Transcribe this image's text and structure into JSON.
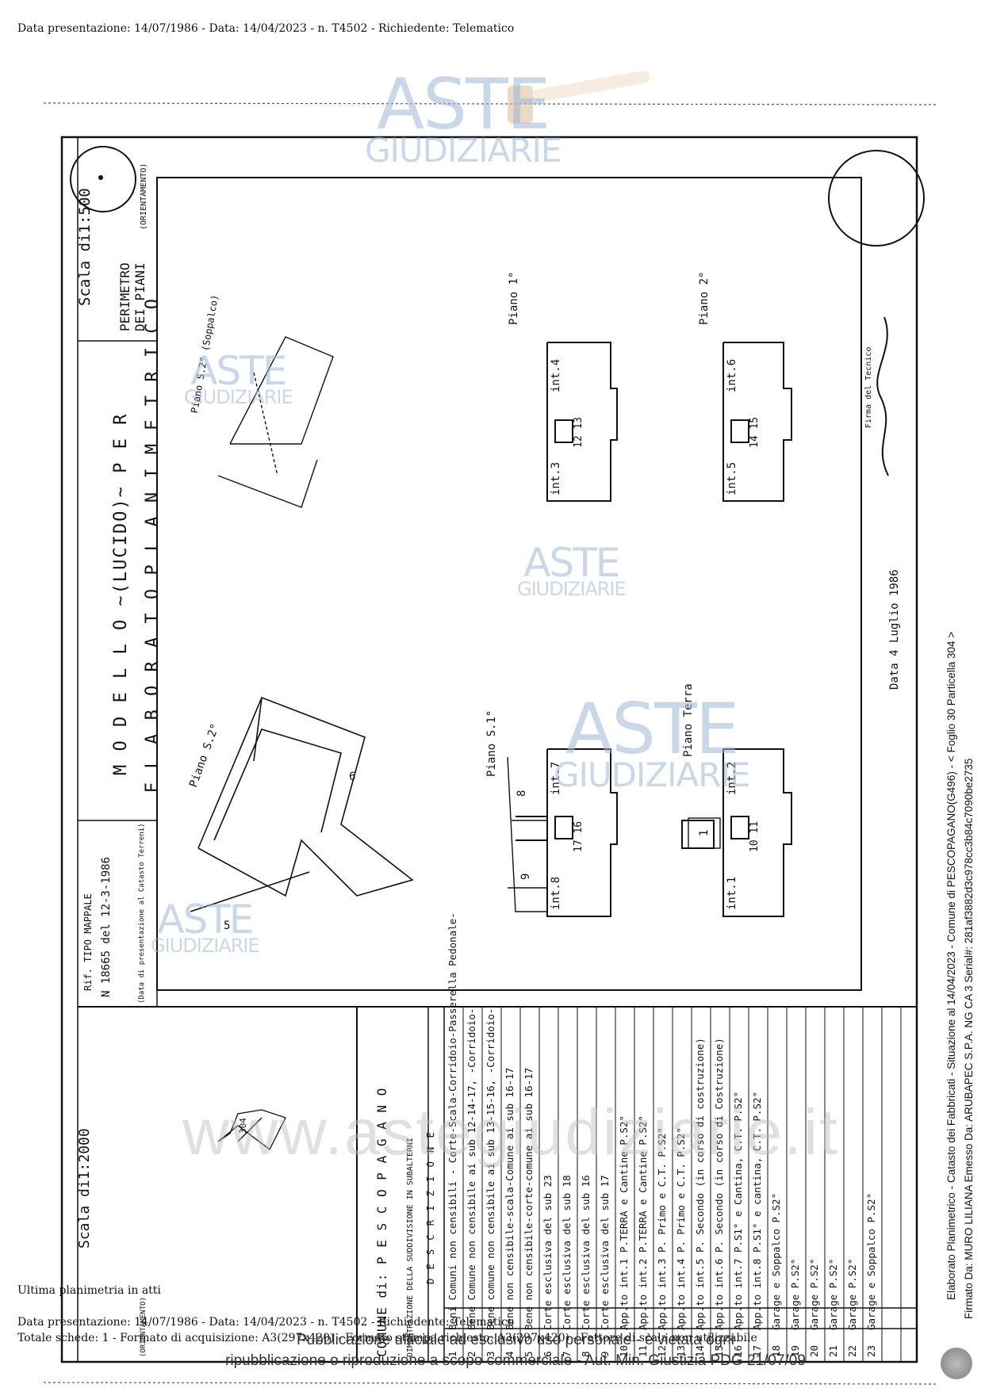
{
  "header": {
    "top_line": "Data presentazione: 14/07/1986 - Data: 14/04/2023 - n. T4502 - Richiedente: Telematico"
  },
  "frame": {
    "scale_500": "Scala di1:500",
    "perimetro": "PERIMETRO DEI PIANI",
    "orientamento": "(ORIENTAMENTO)",
    "modello": "M O D E L L O  ~(LUCIDO)~  P E R",
    "elaborato": "E L A B O R A T O    P L A N I M E T R I C O",
    "rif_tipo": "Rif. TIPO MAPPALE",
    "rif_numero": "N 18665 del 12-3-1986",
    "rif_note": "(Data di presentazione al Catasto Terreni)",
    "firma_label": "Firma del Tecnico",
    "data_firma": "Data 4 Luglio 1986"
  },
  "plans": {
    "piano_s2_soppalco": "Piano S.2° (Soppalco)",
    "piano_1": "Piano 1°",
    "piano_2": "Piano 2°",
    "piano_s2": "Piano S.2°",
    "piano_s1": "Piano S.1°",
    "piano_terra": "Piano Terra",
    "int3": "int.3",
    "int4": "int.4",
    "int5": "int.5",
    "int6": "int.6",
    "int7": "int.7",
    "int8": "int.8",
    "int1": "int.1",
    "int2": "int.2",
    "n12_13": "12 13",
    "n14_15": "14 15",
    "n17_16": "17 16",
    "n10_11": "10 11",
    "n8": "8",
    "n9": "9",
    "n1": "1",
    "n5": "5",
    "n6": "6"
  },
  "bottom": {
    "scale_2000": "Scala di1:2000",
    "particella": "304",
    "comune": "COMUNE di:  P E S C O P A G A N O",
    "dimostrazione": "DIMOSTRAZIONE DELLA SUDDIVISIONE IN SUBALTERNI",
    "descrizione": "D E S C R I Z I O N E",
    "orientamento": "(ORIENTAMENTO)"
  },
  "rows": [
    {
      "n": "1",
      "text": "Beni Comuni non censibili - Corte-Scala-Corridoio-Passerella Pedonale-"
    },
    {
      "n": "2",
      "text": "Bene Comune non censibile ai sub 12-14-17, -Corridoio-"
    },
    {
      "n": "3",
      "text": "Bene comune non censibile ai sub 13-15-16, -Corridoio-"
    },
    {
      "n": "4",
      "text": "Bene non censibile-scala-Comune ai sub 16-17"
    },
    {
      "n": "5",
      "text": "Bene non censibile-corte-comune ai sub 16-17"
    },
    {
      "n": "6",
      "text": "Corte esclusiva del sub 23"
    },
    {
      "n": "7",
      "text": "Corte esclusiva del sub 18"
    },
    {
      "n": "8",
      "text": "Corte esclusiva del sub 16"
    },
    {
      "n": "9",
      "text": "Corte esclusiva del sub 17"
    },
    {
      "n": "10",
      "text": "App.to int.1 P.TERRA e Cantine P.S2°"
    },
    {
      "n": "11",
      "text": "App.to int.2 P.TERRA e Cantine P.S2°"
    },
    {
      "n": "12",
      "text": "App.to int.3 P. Primo e C.T. P.S2°"
    },
    {
      "n": "13",
      "text": "App.to int.4 P. Primo e C.T. P.S2°"
    },
    {
      "n": "14",
      "text": "App.to int.5 P. Secondo (in corso di costruzione)"
    },
    {
      "n": "15",
      "text": "App.to int.6 P. Secondo (in corso di Costruzione)"
    },
    {
      "n": "16",
      "text": "App.to int.7 P.S1° e Cantina, C.T. P.S2°"
    },
    {
      "n": "17",
      "text": "App.to int.8 P.S1° e cantina, C.T. P.S2°"
    },
    {
      "n": "18",
      "text": "Garage e Soppalco P.S2°"
    },
    {
      "n": "19",
      "text": "Garage P.S2°"
    },
    {
      "n": "20",
      "text": "Garage P.S2°"
    },
    {
      "n": "21",
      "text": "Garage P.S2°"
    },
    {
      "n": "22",
      "text": "Garage P.S2°"
    },
    {
      "n": "23",
      "text": "Garage e Soppalco P.S2°"
    }
  ],
  "footer": {
    "ultima": "Ultima planimetria in atti",
    "line2": "Data presentazione: 14/07/1986 - Data: 14/04/2023 - n. T4502 - Richiedente: Telematico",
    "line3": "Totale schede: 1 - Formato di acquisizione: A3(297x420) - Formato stampa richiesto: A3(297x420) - Fattore di scala non utilizzabile",
    "pub1": "Pubblicazione ufficiale ad esclusivo uso personale - è vietata ogni",
    "pub2": "ripubblicazione o riproduzione a scopo commerciale - Aut. Min. Giustizia PDG 21/07/09"
  },
  "side": {
    "line1": "Elaborato Planimetrico - Catasto dei Fabbricati - Situazione al 14/04/2023 - Comune di PESCOPAGANO(G496) - < Foglio 30 Particella 304 >",
    "line2": "Firmato Da: MURO LILIANA Emesso Da: ARUBAPEC S.P.A. NG CA 3 Serial#: 281af3882d3c978cc3b84c7090be2735"
  },
  "watermark": {
    "aste": "ASTE",
    "giudiziarie": "GIUDIZIARIE",
    "www": "www.astegiudiziarie.it"
  }
}
